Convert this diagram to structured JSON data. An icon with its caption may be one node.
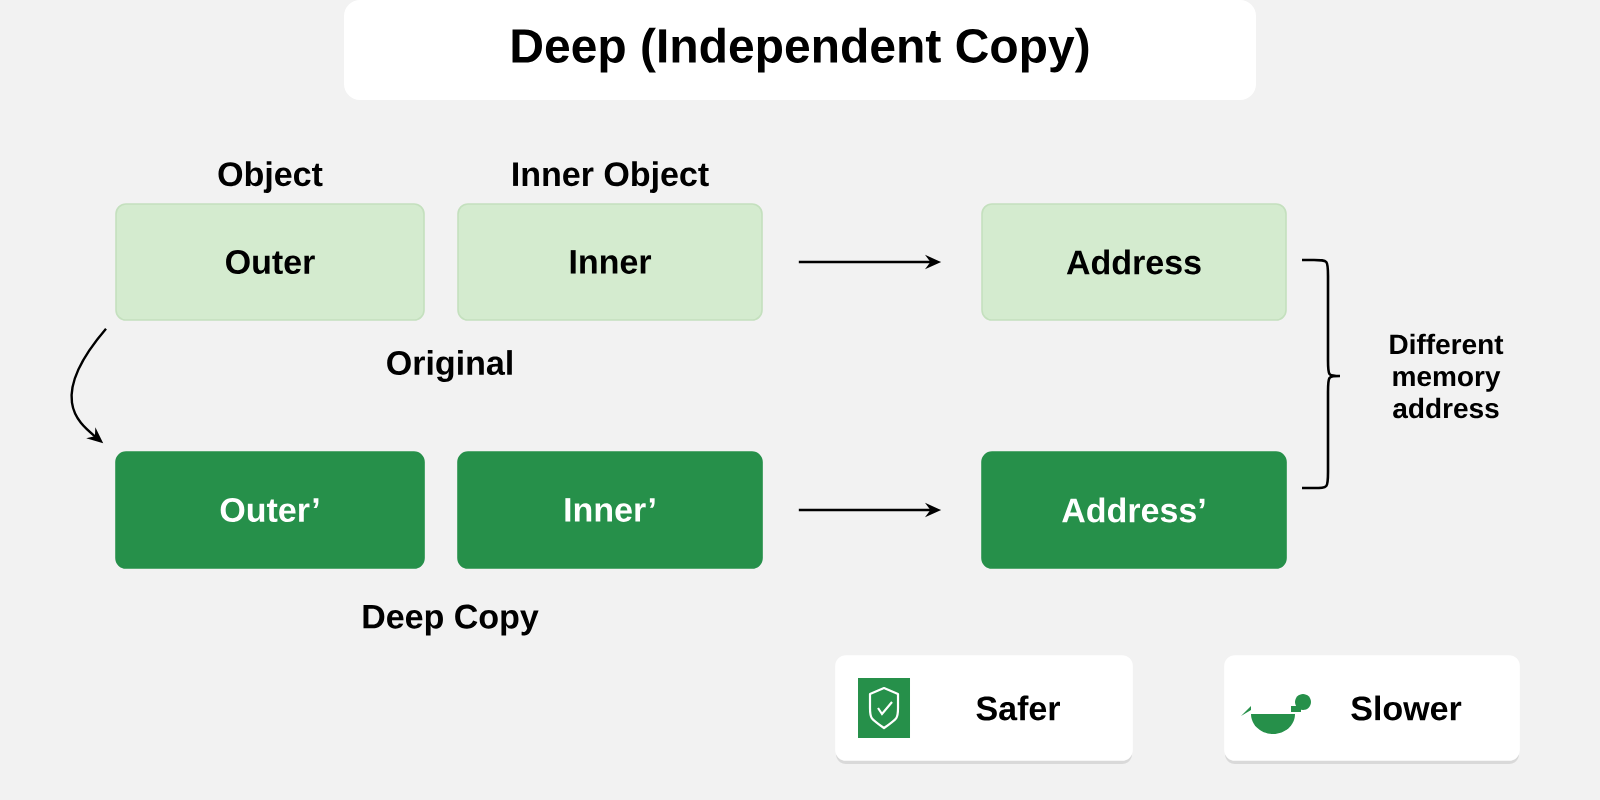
{
  "diagram": {
    "title": "Deep (Independent Copy)",
    "nodes": [
      {
        "text": [
          "Object",
          "Outer"
        ]
      },
      {
        "text": [
          "Inner Object",
          "Inner"
        ]
      },
      {
        "text": [
          "Address"
        ]
      },
      {
        "text": [
          "Outer’"
        ]
      },
      {
        "text": [
          "Inner’"
        ]
      },
      {
        "text": [
          "Address’"
        ]
      },
      {
        "text": [
          "Safer"
        ]
      },
      {
        "text": [
          "Slower"
        ]
      }
    ],
    "edges": [
      {
        "from": 0,
        "to": 3,
        "arrow": "to"
      },
      {
        "from": 1,
        "to": 2,
        "arrow": "to"
      },
      {
        "from": 4,
        "to": 5,
        "arrow": "to"
      }
    ],
    "labels": [
      "Original",
      "Deep Copy",
      "Different memory address"
    ]
  }
}
